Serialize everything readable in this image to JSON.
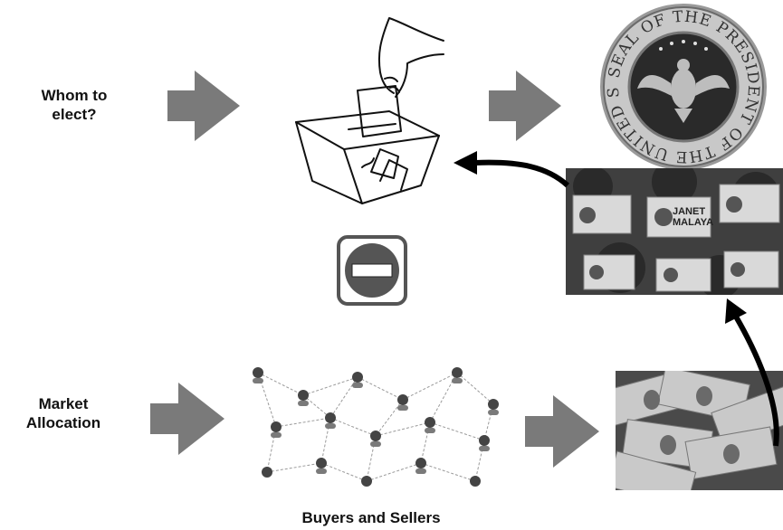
{
  "labels": {
    "top": "Whom to elect?",
    "bottom_line1": "Market",
    "bottom_line2": "Allocation",
    "network_caption": "Buyers and Sellers"
  },
  "seal": {
    "text": "SEAL OF THE PRESIDENT OF THE UNITED STATES"
  },
  "posters": {
    "line1": "JANET",
    "line2": "MALAYA"
  },
  "colors": {
    "arrow_gray": "#7a7a7a",
    "curve": "#000000",
    "stop_sign": "#555555"
  }
}
